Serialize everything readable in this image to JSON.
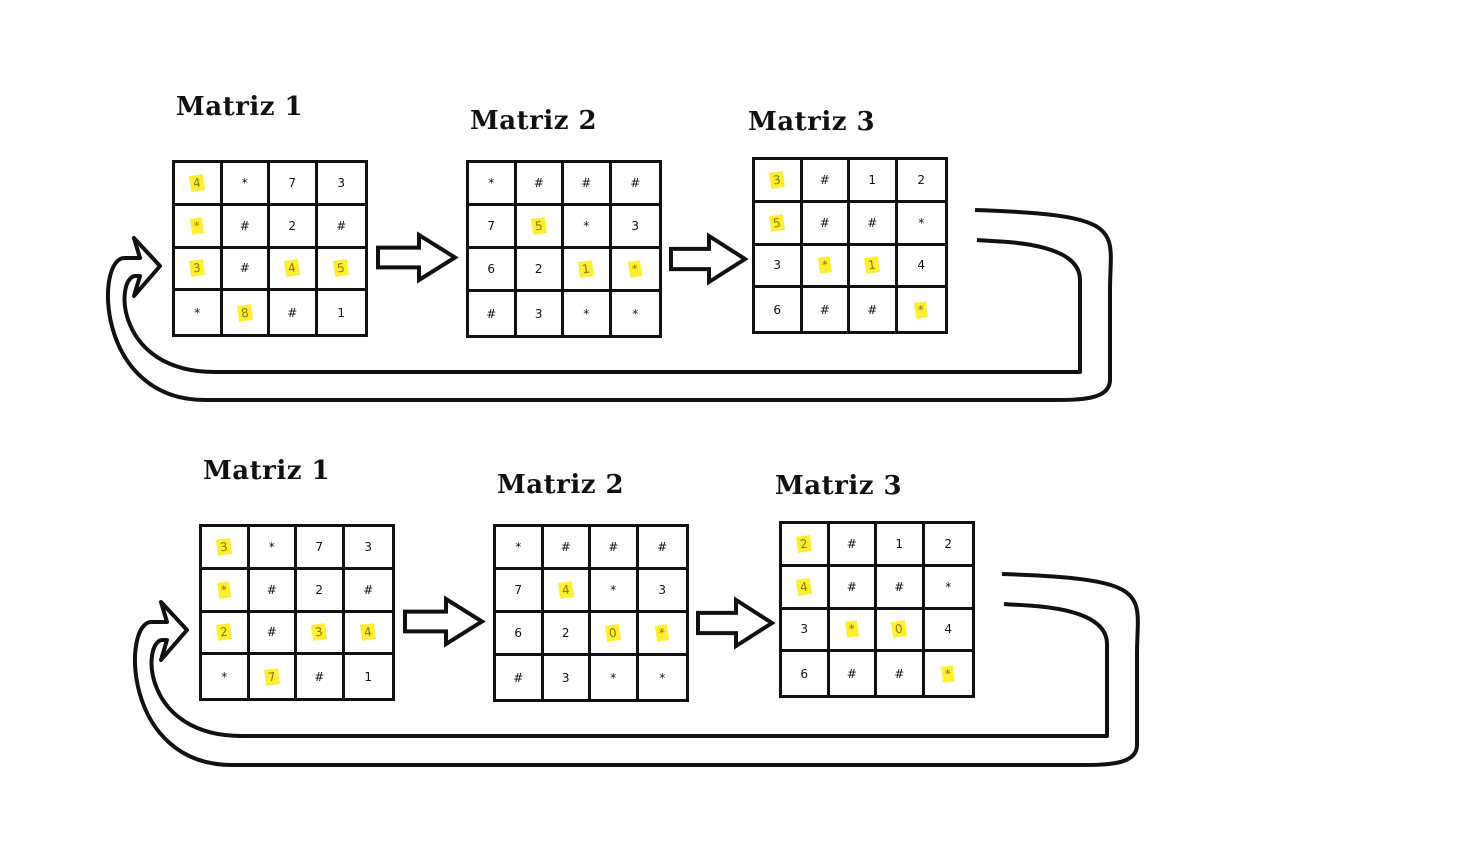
{
  "diagrams": [
    {
      "matrices": [
        {
          "title": "Matriz 1",
          "cells": [
            [
              "4",
              "*",
              "7",
              "3"
            ],
            [
              "*",
              "#",
              "2",
              "#"
            ],
            [
              "3",
              "#",
              "4",
              "5"
            ],
            [
              "*",
              "8",
              "#",
              "1"
            ]
          ],
          "highlighted": [
            [
              0,
              0
            ],
            [
              1,
              0
            ],
            [
              2,
              0
            ],
            [
              2,
              2
            ],
            [
              2,
              3
            ],
            [
              3,
              1
            ]
          ]
        },
        {
          "title": "Matriz 2",
          "cells": [
            [
              "*",
              "#",
              "#",
              "#"
            ],
            [
              "7",
              "5",
              "*",
              "3"
            ],
            [
              "6",
              "2",
              "1",
              "*"
            ],
            [
              "#",
              "3",
              "*",
              "*"
            ]
          ],
          "highlighted": [
            [
              1,
              1
            ],
            [
              2,
              2
            ],
            [
              2,
              3
            ]
          ]
        },
        {
          "title": "Matriz 3",
          "cells": [
            [
              "3",
              "#",
              "1",
              "2"
            ],
            [
              "5",
              "#",
              "#",
              "*"
            ],
            [
              "3",
              "*",
              "1",
              "4"
            ],
            [
              "6",
              "#",
              "#",
              "*"
            ]
          ],
          "highlighted": [
            [
              0,
              0
            ],
            [
              1,
              0
            ],
            [
              2,
              1
            ],
            [
              2,
              2
            ],
            [
              3,
              3
            ]
          ]
        }
      ]
    },
    {
      "matrices": [
        {
          "title": "Matriz 1",
          "cells": [
            [
              "3",
              "*",
              "7",
              "3"
            ],
            [
              "*",
              "#",
              "2",
              "#"
            ],
            [
              "2",
              "#",
              "3",
              "4"
            ],
            [
              "*",
              "7",
              "#",
              "1"
            ]
          ],
          "highlighted": [
            [
              0,
              0
            ],
            [
              1,
              0
            ],
            [
              2,
              0
            ],
            [
              2,
              2
            ],
            [
              2,
              3
            ],
            [
              3,
              1
            ]
          ]
        },
        {
          "title": "Matriz 2",
          "cells": [
            [
              "*",
              "#",
              "#",
              "#"
            ],
            [
              "7",
              "4",
              "*",
              "3"
            ],
            [
              "6",
              "2",
              "0",
              "*"
            ],
            [
              "#",
              "3",
              "*",
              "*"
            ]
          ],
          "highlighted": [
            [
              1,
              1
            ],
            [
              2,
              2
            ],
            [
              2,
              3
            ]
          ]
        },
        {
          "title": "Matriz 3",
          "cells": [
            [
              "2",
              "#",
              "1",
              "2"
            ],
            [
              "4",
              "#",
              "#",
              "*"
            ],
            [
              "3",
              "*",
              "0",
              "4"
            ],
            [
              "6",
              "#",
              "#",
              "*"
            ]
          ],
          "highlighted": [
            [
              0,
              0
            ],
            [
              1,
              0
            ],
            [
              2,
              1
            ],
            [
              2,
              2
            ],
            [
              3,
              3
            ]
          ]
        }
      ]
    }
  ],
  "colors": {
    "highlight": "#ffee33",
    "ink": "#111111"
  }
}
